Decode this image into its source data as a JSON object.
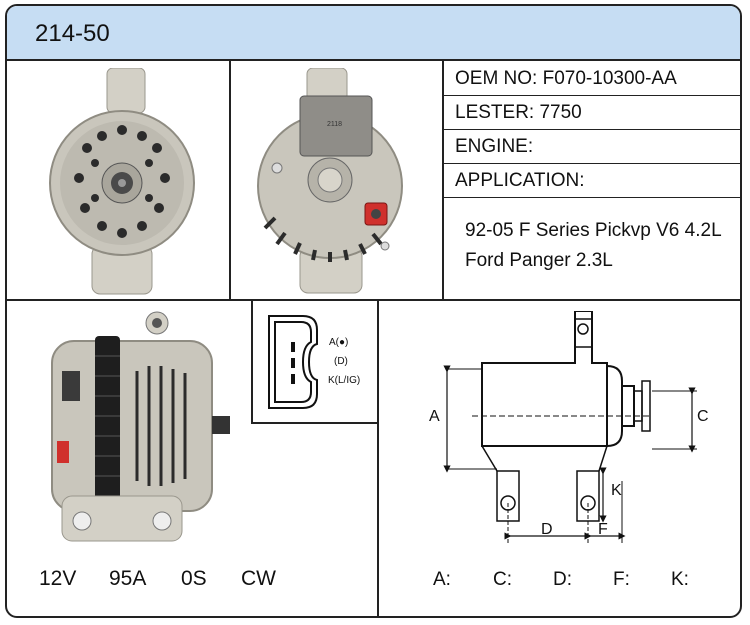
{
  "header": {
    "part_number": "214-50"
  },
  "specs": {
    "oem": "OEM NO: F070-10300-AA",
    "lester": "LESTER: 7750",
    "engine": "ENGINE:",
    "application_label": "APPLICATION:",
    "application_lines": [
      "92-05 F Series Pickvp V6 4.2L",
      "Ford Panger 2.3L"
    ]
  },
  "electrical": {
    "voltage": "12V",
    "amperage": "95A",
    "clock": "0S",
    "rotation": "CW"
  },
  "plug": {
    "terminal_1": "A(●)",
    "terminal_2": "(D)",
    "terminal_3": "K(L/IG)"
  },
  "dimensions": {
    "labels": [
      "A:",
      "C:",
      "D:",
      "F:",
      "K:"
    ],
    "diagram_letters": {
      "a": "A",
      "c": "C",
      "d": "D",
      "f": "F",
      "k": "K"
    }
  },
  "colors": {
    "header_bg": "#c6ddf3",
    "border": "#222222",
    "housing": "#c9c6bc",
    "terminal_red": "#d0302c"
  }
}
